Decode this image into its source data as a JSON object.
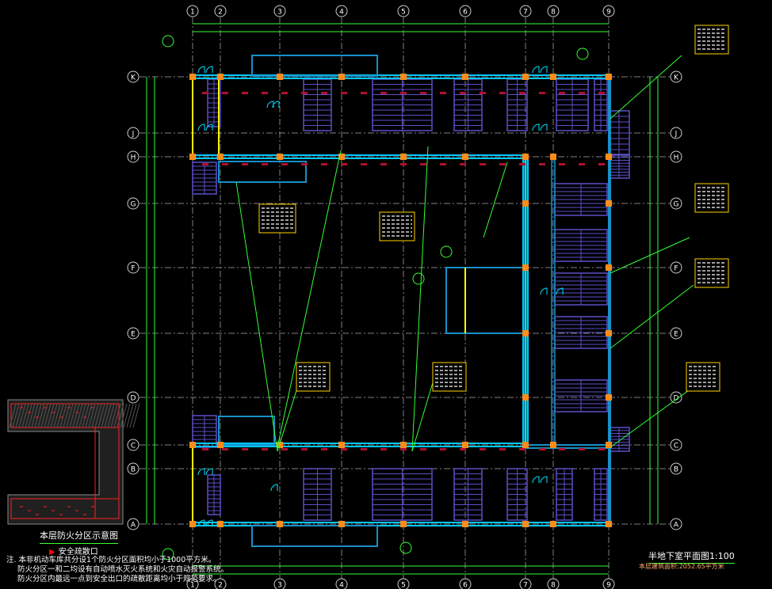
{
  "drawing": {
    "title": "半地下室平面图1:100",
    "area_note": "本层建筑面积:2052.65平方米",
    "axes": {
      "columns": [
        "1",
        "2",
        "3",
        "4",
        "5",
        "6",
        "7",
        "8",
        "9"
      ],
      "rows": [
        "K",
        "J",
        "H",
        "G",
        "F",
        "E",
        "D",
        "C",
        "B",
        "A"
      ]
    },
    "colors": {
      "background": "#000000",
      "wall": "#00c8ff",
      "wall_dark": "#1890c8",
      "column": "#ff8c1a",
      "grid": "#808080",
      "annotation": "#33ff33",
      "stalls": "#5a50c8",
      "fire_line": "#ffff00",
      "hatch": "#ff2020"
    }
  },
  "legend": {
    "title": "本层防火分区示意图",
    "exit_label": "安全疏散口"
  },
  "notes": [
    "注. 本非机动车库共分设1个防火分区面积均小于1000平方米。",
    "防火分区一和二均设有自动喷水灭火系统和火灾自动报警系统。",
    "防火分区内最远一点到安全出口的疏散距离均小于规范要求。"
  ]
}
